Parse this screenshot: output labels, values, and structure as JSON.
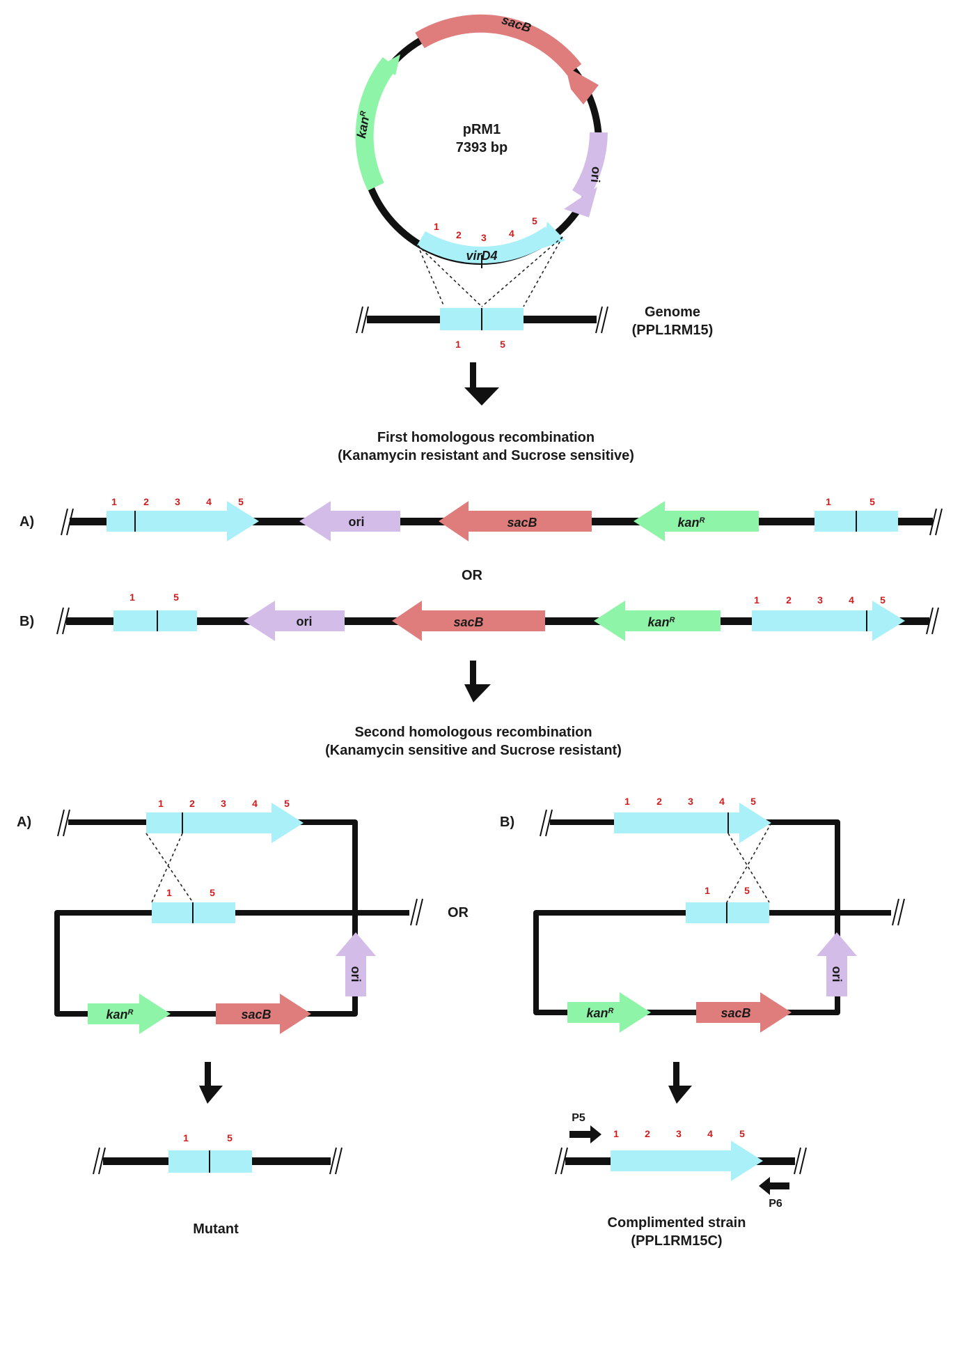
{
  "colors": {
    "virD4": "#aaf0f8",
    "sacB": "#df7d7d",
    "kanR": "#8ef5a8",
    "ori": "#d3bde8",
    "backbone": "#111111",
    "position_numbers": "#d01c1c"
  },
  "plasmid": {
    "name": "pRM1",
    "size": "7393 bp",
    "genes": {
      "sacB": "sacB",
      "kanR_base": "kan",
      "kanR_sup": "R",
      "ori": "ori",
      "virD4": "virD4"
    },
    "positions": [
      "1",
      "2",
      "3",
      "4",
      "5"
    ]
  },
  "genome": {
    "label_line1": "Genome",
    "label_line2": "(PPL1RM15)",
    "positions": [
      "1",
      "5"
    ]
  },
  "step1": {
    "title": "First homologous recombination",
    "subtitle": "(Kanamycin resistant and Sucrose sensitive)"
  },
  "construct_a": {
    "label": "A)",
    "positions_full": [
      "1",
      "2",
      "3",
      "4",
      "5"
    ],
    "positions_del": [
      "1",
      "5"
    ]
  },
  "or_middle": "OR",
  "construct_b": {
    "label": "B)",
    "positions_full": [
      "1",
      "2",
      "3",
      "4",
      "5"
    ],
    "positions_del": [
      "1",
      "5"
    ]
  },
  "step2": {
    "title": "Second homologous recombination",
    "subtitle": "(Kanamycin sensitive and Sucrose resistant)"
  },
  "panel_a": {
    "label": "A)",
    "positions_full": [
      "1",
      "2",
      "3",
      "4",
      "5"
    ],
    "positions_del": [
      "1",
      "5"
    ]
  },
  "or_bottom": "OR",
  "panel_b": {
    "label": "B)",
    "positions_full": [
      "1",
      "2",
      "3",
      "4",
      "5"
    ],
    "positions_del": [
      "1",
      "5"
    ]
  },
  "mutant": {
    "label": "Mutant",
    "positions": [
      "1",
      "5"
    ]
  },
  "complemented": {
    "label_line1": "Complimented strain",
    "label_line2": "(PPL1RM15C)",
    "primer_forward": "P5",
    "primer_reverse": "P6",
    "positions": [
      "1",
      "2",
      "3",
      "4",
      "5"
    ]
  }
}
